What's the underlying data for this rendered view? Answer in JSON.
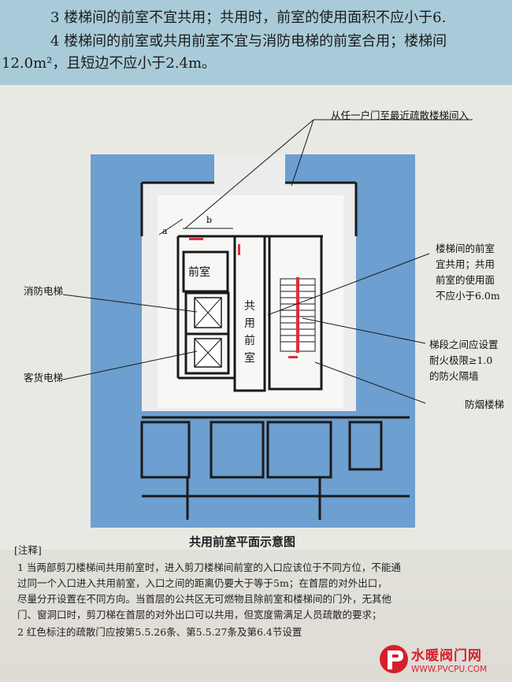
{
  "top_text": {
    "line1": "3  楼梯间的前室不宜共用；共用时，前室的使用面积不应小于6.",
    "line2": "4  楼梯间的前室或共用前室不宜与消防电梯的前室合用；楼梯间",
    "line3": "12.0m²，且短边不应小于2.4m。"
  },
  "figure": {
    "callout_top": "从任一户门至最近疏散楼梯间入",
    "callout_right_1": [
      "楼梯间的前室",
      "宜共用；共用",
      "前室的使用面",
      "不应小于6.0m"
    ],
    "callout_right_2": [
      "梯段之间应设置",
      "耐火极限≥1.0",
      "的防火隔墙"
    ],
    "callout_right_3": "防烟楼梯",
    "left_label_1": "消防电梯",
    "left_label_2": "客货电梯",
    "room_front": "前室",
    "room_shared": [
      "共",
      "用",
      "前",
      "室"
    ],
    "dim_a": "a",
    "dim_b": "b",
    "caption": "共用前室平面示意图"
  },
  "notes": {
    "heading": "[注释]",
    "lines": [
      "1  当两部剪刀楼梯间共用前室时，进入剪刀楼梯间前室的入口应该位于不同方位，不能通",
      "   过同一个入口进入共用前室，入口之间的距离仍要大于等于5m；在首层的对外出口，",
      "   尽量分开设置在不同方向。当首层的公共区无可燃物且除前室和楼梯间的门外，无其他",
      "   门、窗洞口时，剪刀梯在首层的对外出口可以共用，但宽度需满足人员疏散的要求；",
      "2  红色标注的疏散门应按第5.5.26条、第5.5.27条及第6.4节设置"
    ]
  },
  "watermark": {
    "title": "水暖阀门网",
    "url": "WWW.PVCPU.COM"
  },
  "colors": {
    "plan_blue": "#6d9fd0",
    "highlight_red": "#d8323c",
    "wall": "#1a1a1a"
  }
}
